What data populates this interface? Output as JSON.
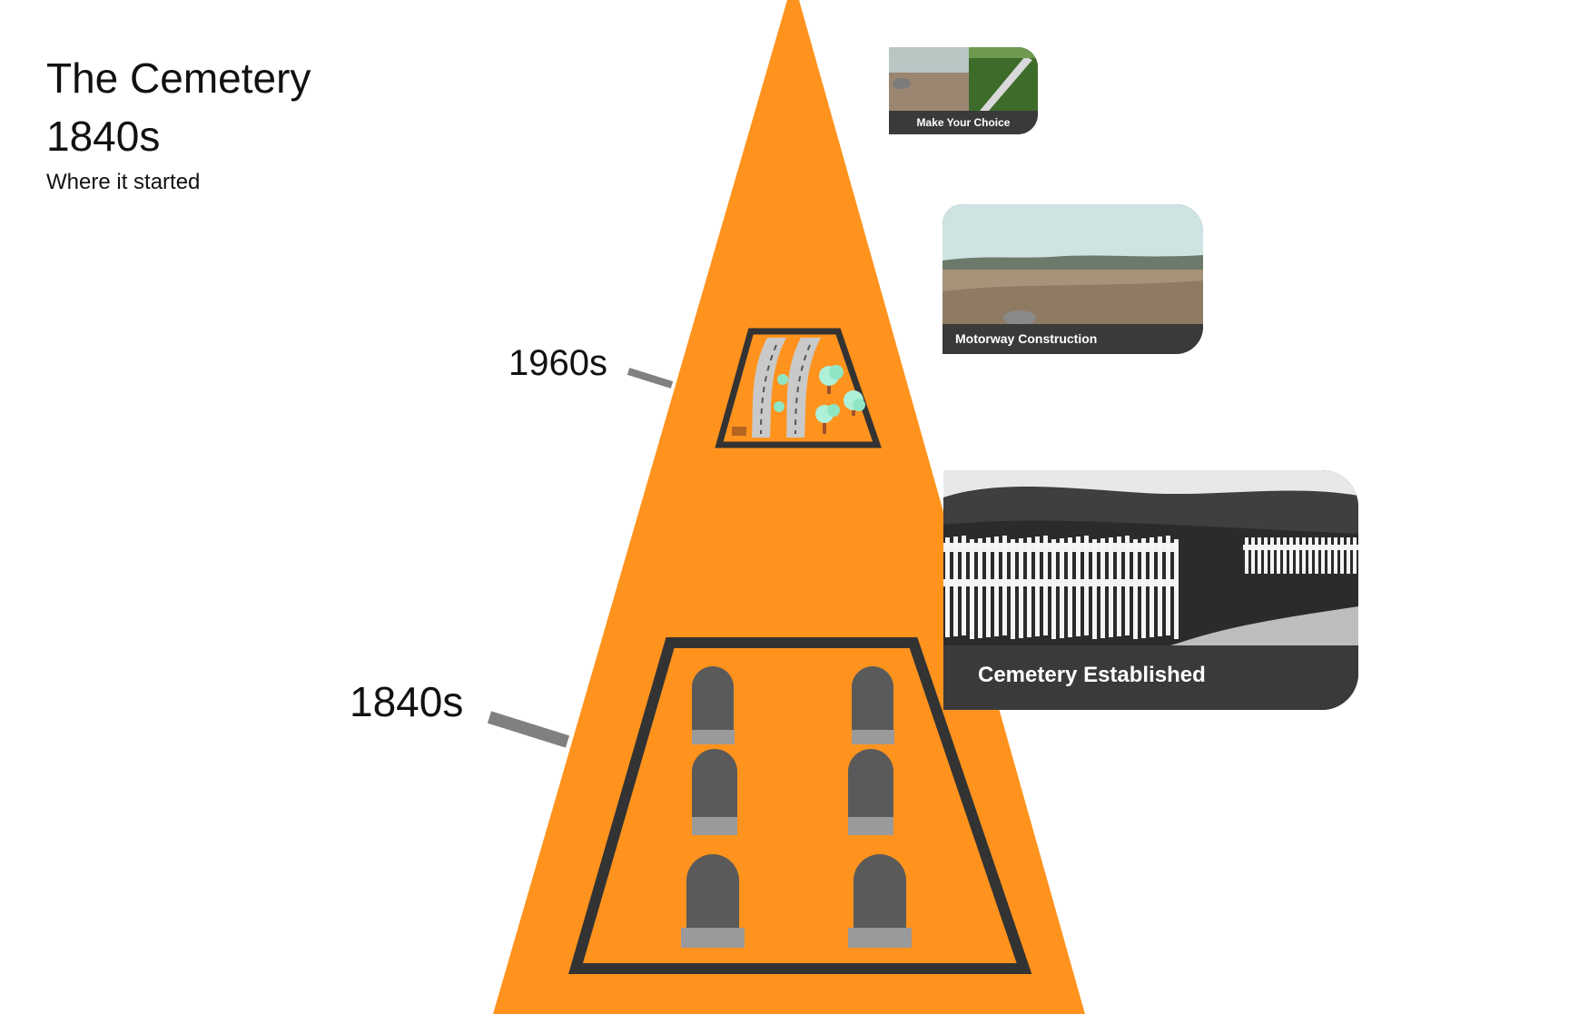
{
  "header": {
    "title": "The Cemetery",
    "era": "1840s",
    "subtitle": "Where it started"
  },
  "timeline": {
    "label_1960s": "1960s",
    "label_1840s": "1840s"
  },
  "cards": {
    "choice": "Make Your Choice",
    "motorway": "Motorway Construction",
    "cemetery": "Cemetery Established"
  },
  "colors": {
    "pyramid": "#FF931E",
    "frame": "#333333",
    "tombstone": "#5a5a5a",
    "tombstone_base": "#9a9a9a",
    "connector": "#808080",
    "caption_bg": "#3a3a3a"
  }
}
